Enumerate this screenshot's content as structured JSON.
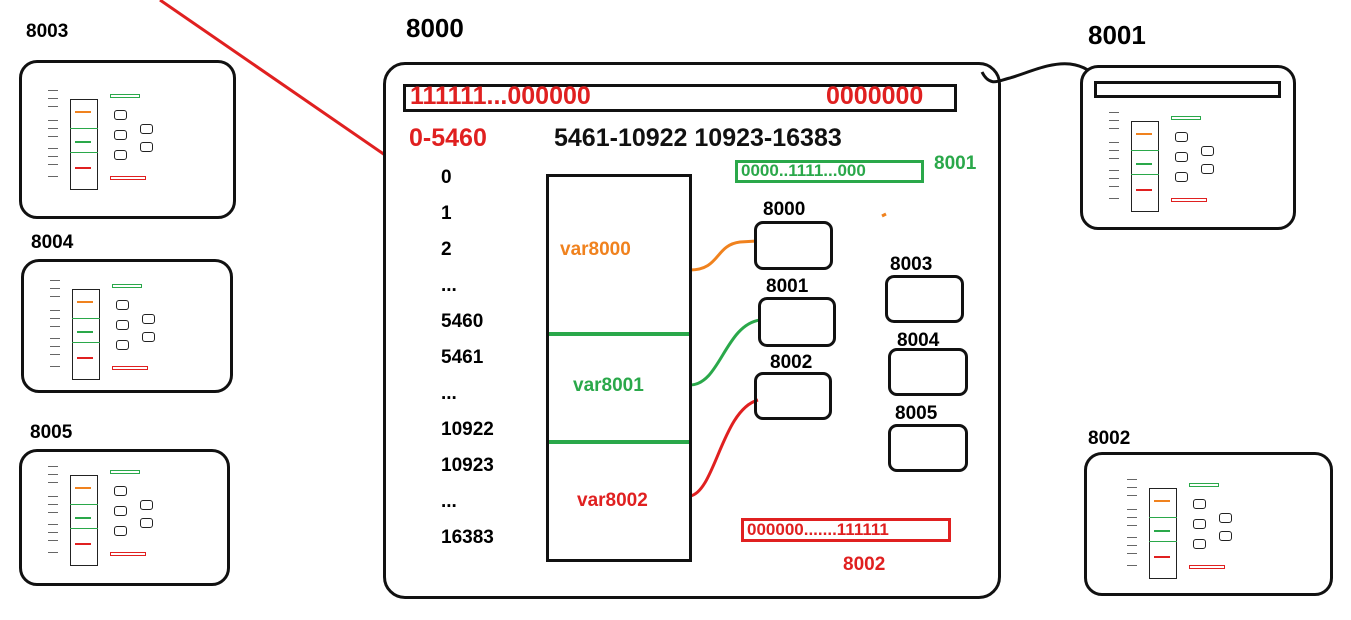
{
  "main": {
    "title": "8000",
    "slot_bar": {
      "left_bits": "111111...000000",
      "right_bits": "0000000"
    },
    "ranges": {
      "first": "0-5460",
      "rest": "5461-10922 10923-16383"
    },
    "slot_indices": [
      "0",
      "1",
      "2",
      "...",
      "5460",
      "5461",
      "...",
      "10922",
      "10923",
      "...",
      "16383"
    ],
    "segments": [
      {
        "label": "var8000",
        "color": "#f0821e"
      },
      {
        "label": "var8001",
        "color": "#2aa84a"
      },
      {
        "label": "var8002",
        "color": "#e02020"
      }
    ],
    "bitmap_8001": {
      "bits": "0000..1111...000",
      "node": "8001"
    },
    "bitmap_8002": {
      "bits": "000000.......111111",
      "node": "8002"
    },
    "linked_nodes": [
      "8000",
      "8001",
      "8002"
    ],
    "other_nodes": [
      "8003",
      "8004",
      "8005"
    ]
  },
  "peers": {
    "left": [
      "8003",
      "8004",
      "8005"
    ],
    "right": [
      "8001",
      "8002"
    ]
  },
  "colors": {
    "red": "#e02020",
    "green": "#2aa84a",
    "orange": "#f0821e",
    "ink": "#111111"
  }
}
